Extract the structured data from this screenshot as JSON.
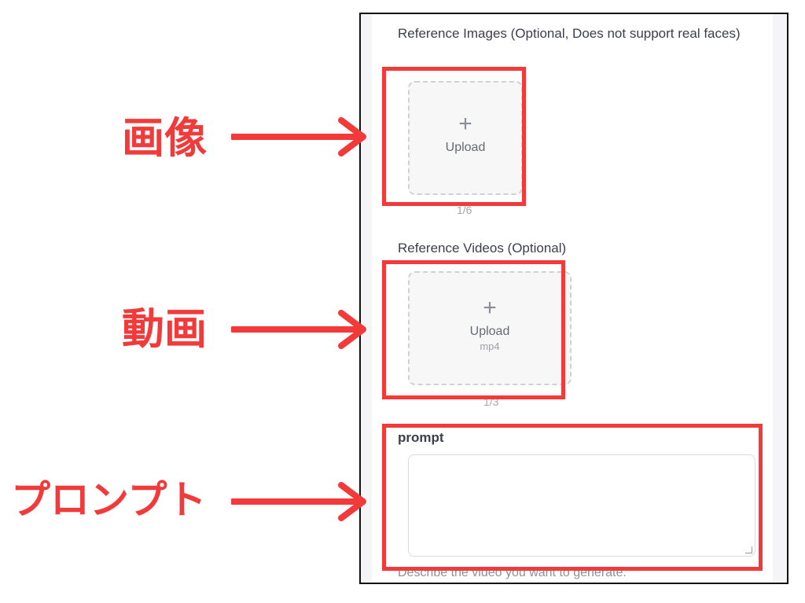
{
  "form": {
    "reference_images_label": "Reference Images (Optional, Does not support real faces)",
    "reference_images_upload": "Upload",
    "reference_images_count": "1/6",
    "reference_videos_label": "Reference Videos (Optional)",
    "reference_videos_upload": "Upload",
    "reference_videos_format": "mp4",
    "reference_videos_count": "1/3",
    "prompt_label": "prompt",
    "prompt_value": "",
    "prompt_helper": "Describe the video you want to generate."
  },
  "annotations": {
    "image_label": "画像",
    "video_label": "動画",
    "prompt_label": "プロンプト",
    "accent_color": "#f23a3a"
  },
  "icons": {
    "upload_icon": "plus-icon",
    "annotation_arrow": "arrow-right-icon"
  }
}
